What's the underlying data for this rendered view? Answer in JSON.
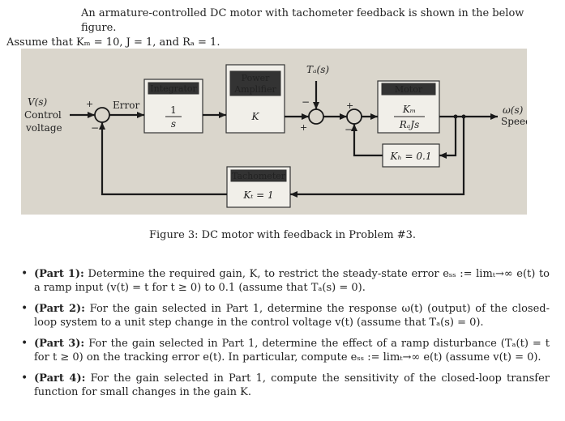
{
  "intro": {
    "line1": "An armature-controlled DC motor with tachometer feedback is shown in the below figure.",
    "line2": "Assume that Kₘ = 10, J = 1, and Rₐ = 1."
  },
  "figure": {
    "input_signal": "V(s)",
    "input_name_1": "Control",
    "input_name_2": "voltage",
    "error_label": "Error",
    "integrator": {
      "title": "Integrator",
      "num": "1",
      "den": "s"
    },
    "amplifier": {
      "title_1": "Power",
      "title_2": "Amplifier",
      "gain": "K"
    },
    "disturbance": "Tₐ(s)",
    "motor": {
      "title": "Motor",
      "num": "Kₘ",
      "den": "RₐJs"
    },
    "back_emf": "Kₕ = 0.1",
    "tachometer": {
      "title": "Tachometer",
      "gain": "Kₜ = 1"
    },
    "output_signal": "ω(s)",
    "output_name": "Speed",
    "sum1_plus": "+",
    "sum1_minus": "−",
    "sum2_minus": "−",
    "sum2_plus": "+",
    "sum3_plus": "+",
    "sum3_minus": "−"
  },
  "caption": "Figure 3: DC motor with feedback in Problem #3.",
  "parts": [
    {
      "title": "(Part 1):",
      "text": "Determine the required gain, K, to restrict the steady-state error eₛₛ := limₜ→∞ e(t) to a ramp input (v(t) = t for t ≥ 0) to 0.1 (assume that Tₐ(s) = 0)."
    },
    {
      "title": "(Part 2):",
      "text": "For the gain selected in Part 1, determine the response ω(t) (output) of the closed-loop system to a unit step change in the control voltage v(t) (assume that Tₐ(s) = 0)."
    },
    {
      "title": "(Part 3):",
      "text": "For the gain selected in Part 1, determine the effect of a ramp disturbance (Tₐ(t) = t for t ≥ 0) on the tracking error e(t). In particular, compute eₛₛ := limₜ→∞ e(t) (assume v(t) = 0)."
    },
    {
      "title": "(Part 4):",
      "text": "For the gain selected in Part 1, compute the sensitivity of the closed-loop transfer function for small changes in the gain K."
    }
  ]
}
